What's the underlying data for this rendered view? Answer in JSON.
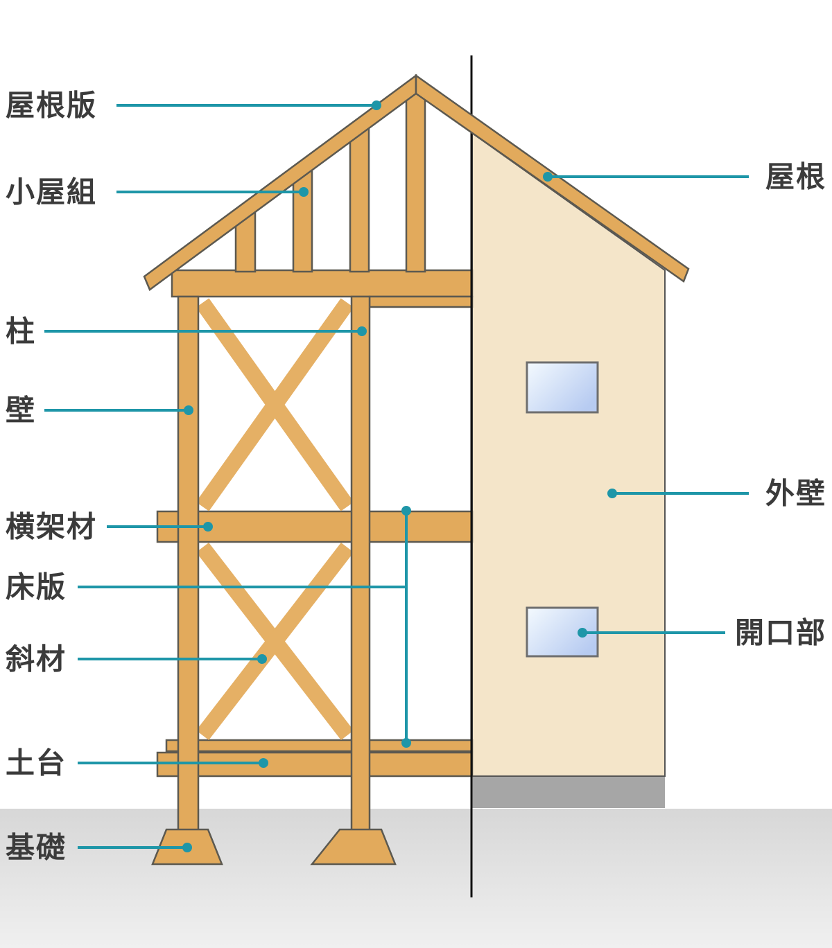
{
  "labels": {
    "left": [
      {
        "id": "yaneban",
        "text": "屋根版"
      },
      {
        "id": "koyagumi",
        "text": "小屋組"
      },
      {
        "id": "hashira",
        "text": "柱"
      },
      {
        "id": "kabe",
        "text": "壁"
      },
      {
        "id": "oukazai",
        "text": "横架材"
      },
      {
        "id": "shouban",
        "text": "床版"
      },
      {
        "id": "shazai",
        "text": "斜材"
      },
      {
        "id": "dodai",
        "text": "土台"
      },
      {
        "id": "kiso",
        "text": "基礎"
      }
    ],
    "right": [
      {
        "id": "yane",
        "text": "屋根"
      },
      {
        "id": "gaiheki",
        "text": "外壁"
      },
      {
        "id": "kaikoubu",
        "text": "開口部"
      }
    ]
  },
  "colors": {
    "wood": "#e2aa5c",
    "brace": "#e5b065",
    "outline": "#5c5950",
    "wall": "#f4e5c9",
    "base_gray": "#a6a6a6",
    "ground_top": "#d7d7d7",
    "ground_bottom": "#f0f0f0",
    "leader": "#1e96a8",
    "text": "#3b3b3b",
    "window_light": "#f4fafe",
    "window_dark": "#b7cbf1",
    "divider": "#111111"
  }
}
